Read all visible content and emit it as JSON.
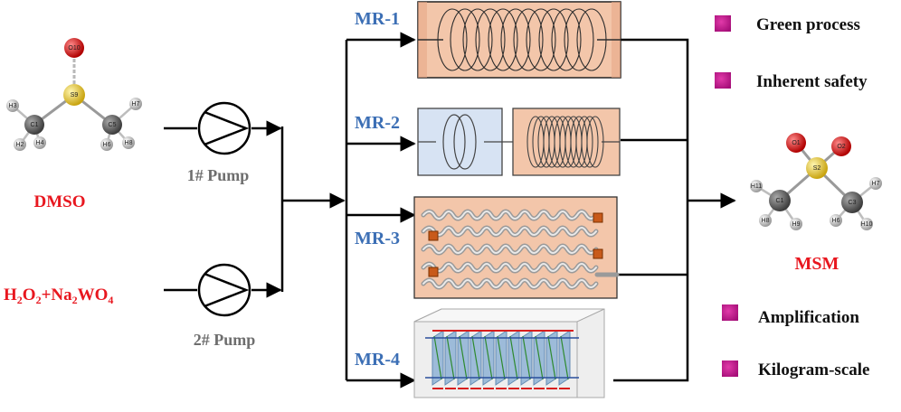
{
  "reactants": {
    "dmso_label": "DMSO",
    "oxidant_label": "H2O2+Na2WO4",
    "oxidant_parts": [
      "H",
      "2",
      "O",
      "2",
      "+Na",
      "2",
      "WO",
      "4"
    ]
  },
  "pumps": [
    {
      "label": "1# Pump"
    },
    {
      "label": "2# Pump"
    }
  ],
  "reactors": [
    {
      "label": "MR-1"
    },
    {
      "label": "MR-2"
    },
    {
      "label": "MR-3"
    },
    {
      "label": "MR-4"
    }
  ],
  "product": {
    "label": "MSM"
  },
  "features_top": [
    {
      "text": "Green process"
    },
    {
      "text": "Inherent safety"
    }
  ],
  "features_bottom": [
    {
      "text": "Amplification"
    },
    {
      "text": "Kilogram-scale"
    }
  ],
  "molecule_dmso": {
    "atoms": [
      "O10",
      "S9",
      "C1",
      "C5",
      "H3",
      "H2",
      "H4",
      "H6",
      "H7",
      "H8"
    ]
  },
  "molecule_msm": {
    "atoms": [
      "O1",
      "O2",
      "S2",
      "C1",
      "C3",
      "H11",
      "H8",
      "H9",
      "H6",
      "H7",
      "H10"
    ]
  },
  "colors": {
    "red_label": "#e8171f",
    "gray_label": "#6e6e6e",
    "blue_label": "#3c6fb5",
    "bullet": "#c0188f",
    "reactor_fill": "#f3c6aa",
    "reactor_light_blue": "#d7e3f3",
    "sulfur": "#e7c62b",
    "oxygen": "#d71818"
  }
}
